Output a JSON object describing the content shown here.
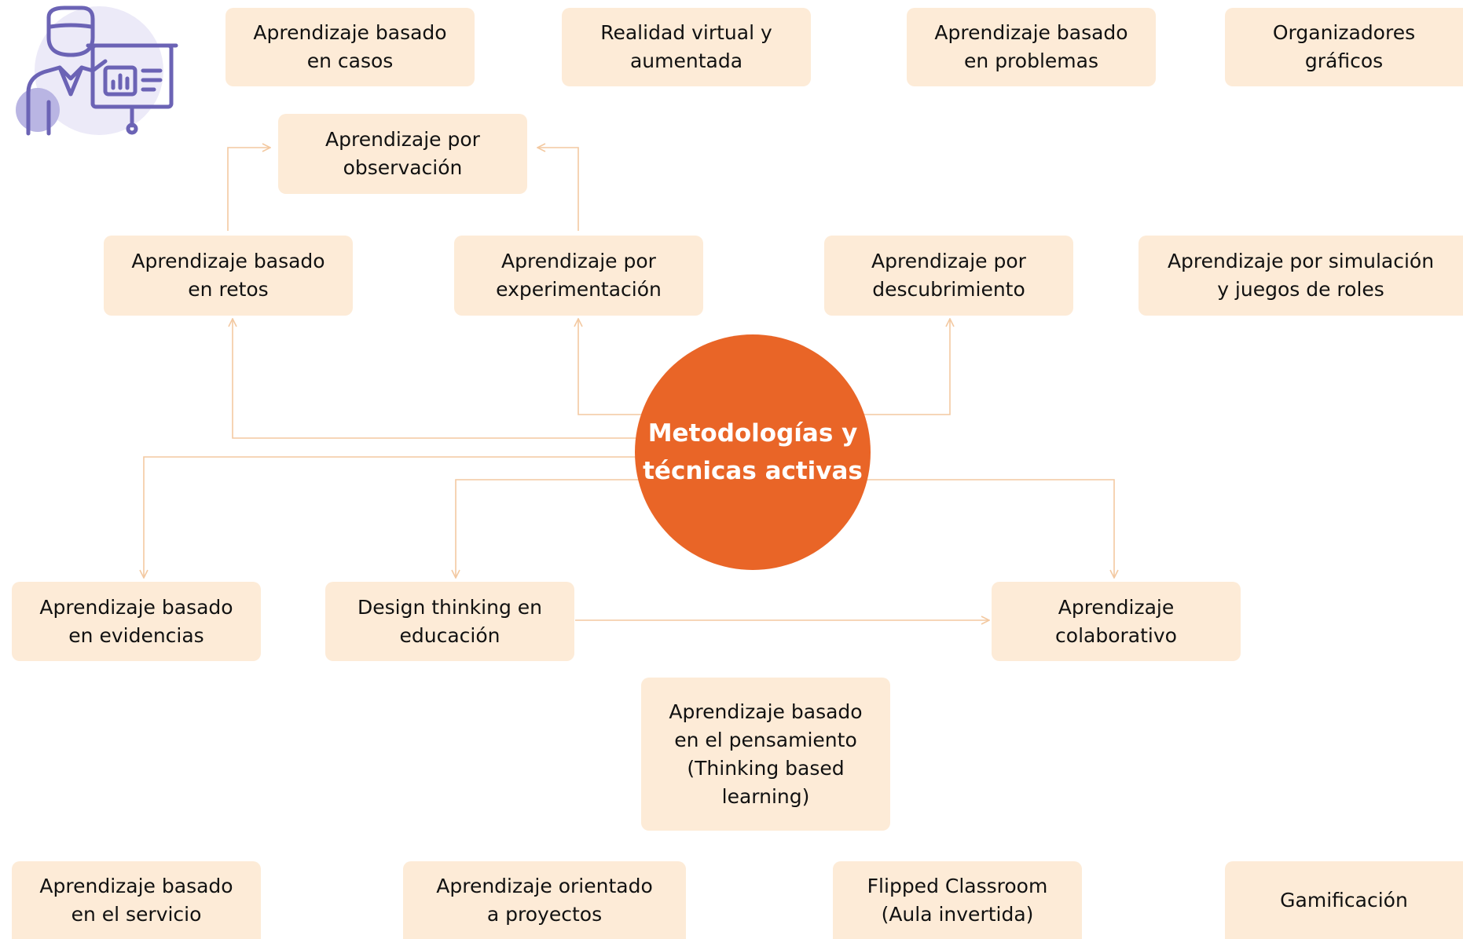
{
  "center": {
    "label": "Metodologías y\ntécnicas activas"
  },
  "nodes": {
    "casos": "Aprendizaje basado\nen casos",
    "realidad": "Realidad virtual y\naumentada",
    "problemas": "Aprendizaje basado\nen problemas",
    "organizadores": "Organizadores\ngráficos",
    "observacion": "Aprendizaje por\nobservación",
    "retos": "Aprendizaje basado\nen retos",
    "experimentacion": "Aprendizaje por\nexperimentación",
    "descubrimiento": "Aprendizaje por\ndescubrimiento",
    "simulacion": "Aprendizaje por simulación\ny juegos de roles",
    "evidencias": "Aprendizaje basado\nen evidencias",
    "design": "Design thinking en\neducación",
    "colaborativo": "Aprendizaje\ncolaborativo",
    "pensamiento": "Aprendizaje basado\nen el pensamiento\n(Thinking based\nlearning)",
    "servicio": "Aprendizaje basado\nen el servicio",
    "proyectos": "Aprendizaje orientado\na proyectos",
    "flipped": "Flipped Classroom\n(Aula invertida)",
    "gamificacion": "Gamificación"
  },
  "colors": {
    "node_fill": "#fdebd7",
    "center_fill": "#e96527",
    "connector": "#f3c9a1",
    "icon_stroke": "#6b63b5",
    "icon_accent": "#b9b5e3"
  },
  "icon": "presenter-with-chart-board-icon"
}
